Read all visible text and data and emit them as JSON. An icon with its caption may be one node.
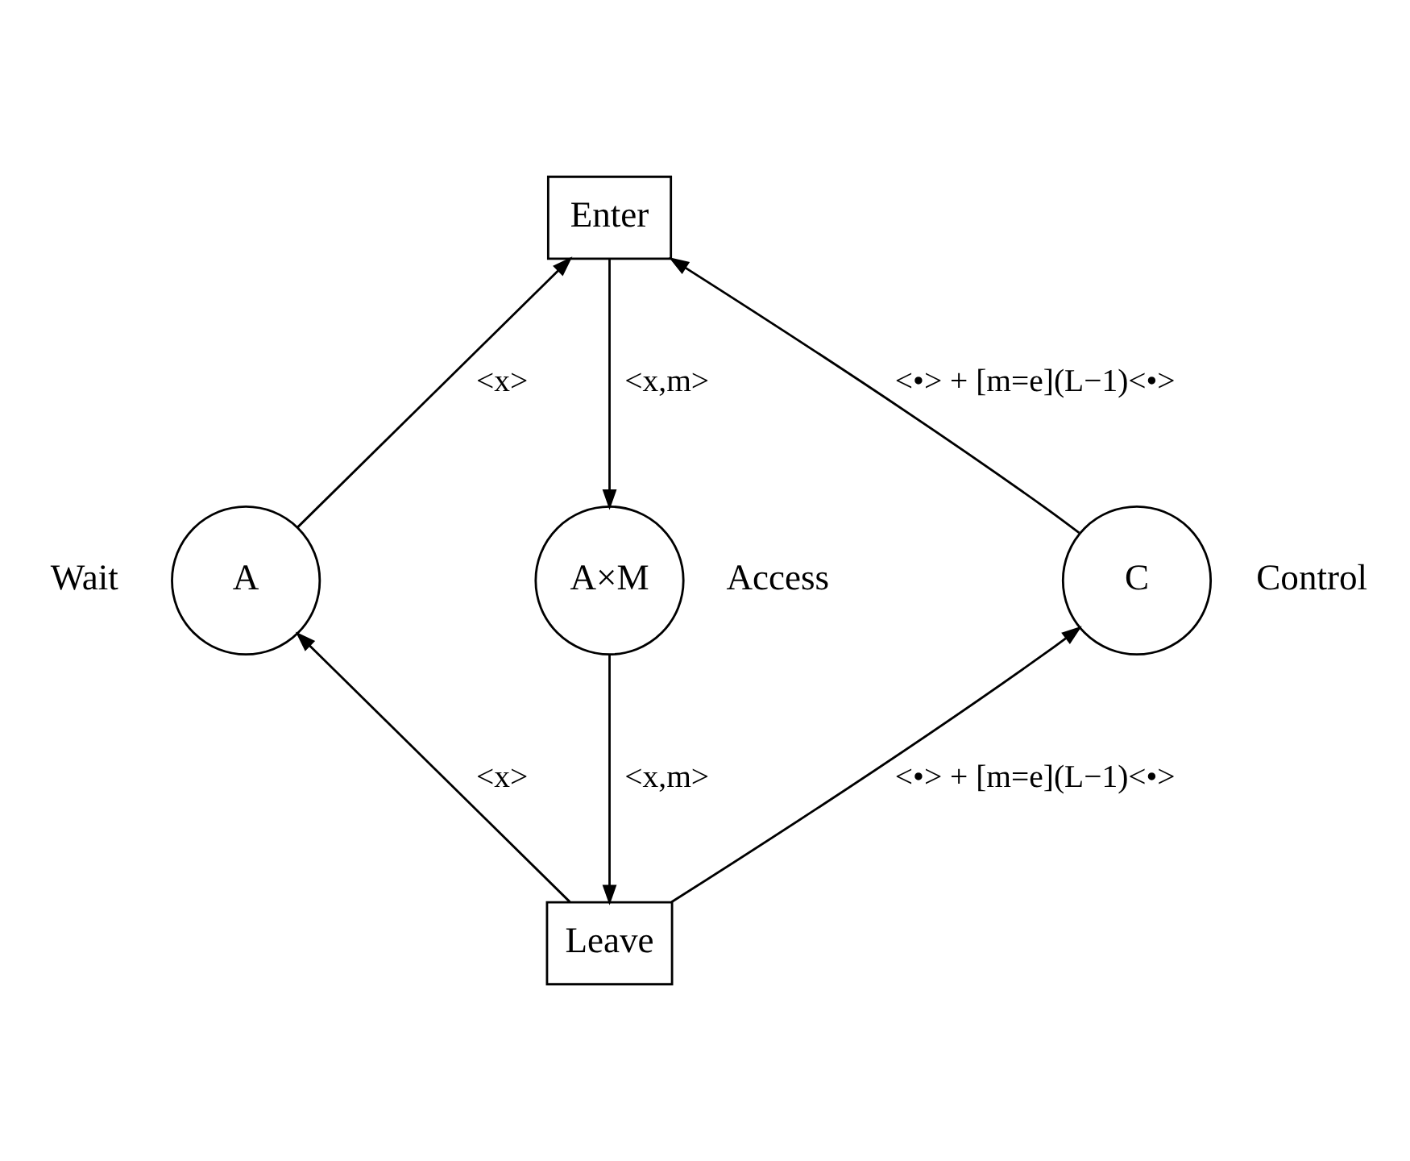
{
  "diagram": {
    "nodes": [
      {
        "text": [
          "Enter"
        ]
      },
      {
        "text": [
          "A"
        ],
        "beside": [
          "Wait"
        ]
      },
      {
        "text": [
          "A×M"
        ],
        "beside": [
          "Access"
        ]
      },
      {
        "text": [
          "C"
        ],
        "beside": [
          "Control"
        ]
      },
      {
        "text": [
          "Leave"
        ]
      }
    ],
    "edges": [
      {
        "from": 1,
        "to": 0,
        "arrow": "to",
        "label": "<x>"
      },
      {
        "from": 0,
        "to": 2,
        "arrow": "to",
        "label": "<x,m>"
      },
      {
        "from": 3,
        "to": 0,
        "arrow": "to",
        "label": "<•> + [m=e](L−1)<•>"
      },
      {
        "from": 2,
        "to": 4,
        "arrow": "to",
        "label": "<x,m>"
      },
      {
        "from": 4,
        "to": 1,
        "arrow": "to",
        "label": "<x>"
      },
      {
        "from": 4,
        "to": 3,
        "arrow": "to",
        "label": "<•> + [m=e](L−1)<•>"
      }
    ]
  }
}
